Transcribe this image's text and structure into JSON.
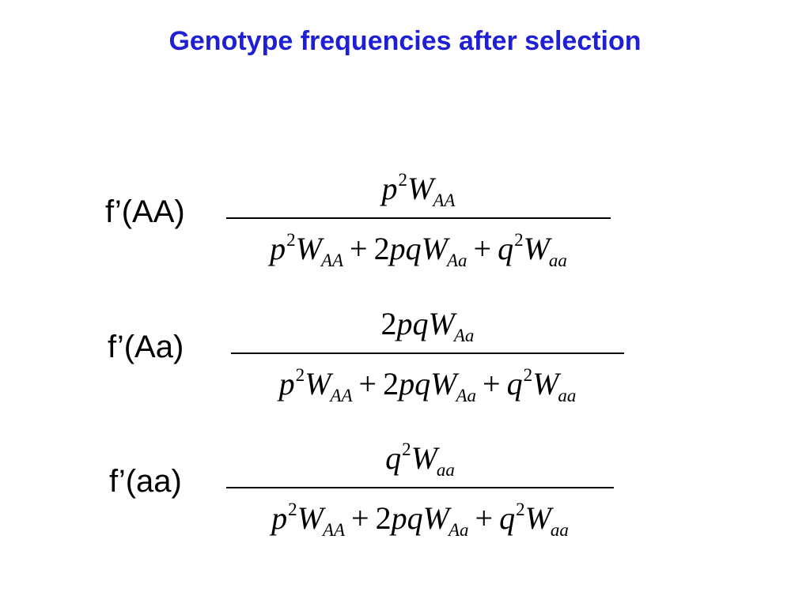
{
  "slide": {
    "title": "Genotype frequencies after selection"
  },
  "equations": [
    {
      "label": "f’(AA)",
      "numerator": {
        "coef": "",
        "base": "p",
        "sup": "2",
        "w": "W",
        "sub": "AA"
      }
    },
    {
      "label": "f’(Aa)",
      "numerator": {
        "coef": "2",
        "base": "pq",
        "sup": "",
        "w": "W",
        "sub": "Aa"
      }
    },
    {
      "label": "f’(aa)",
      "numerator": {
        "coef": "",
        "base": "q",
        "sup": "2",
        "w": "W",
        "sub": "aa"
      }
    }
  ],
  "denominator": {
    "t1_base": "p",
    "t1_sup": "2",
    "t1_w": "W",
    "t1_sub": "AA",
    "plus1": "+",
    "t2_coef": "2",
    "t2_base": "pq",
    "t2_w": "W",
    "t2_sub": "Aa",
    "plus2": "+",
    "t3_base": "q",
    "t3_sup": "2",
    "t3_w": "W",
    "t3_sub": "aa"
  }
}
